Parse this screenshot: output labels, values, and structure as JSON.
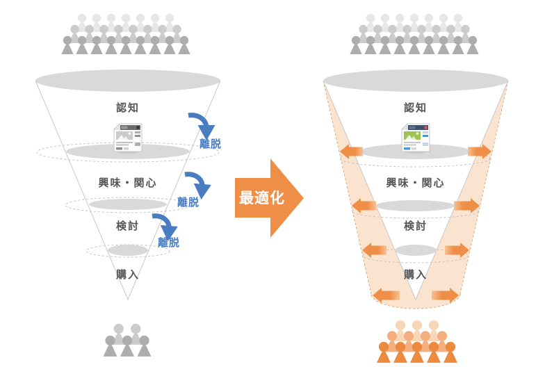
{
  "diagram": {
    "optimize_label": "最適化"
  },
  "left_funnel": {
    "name": "before-optimization",
    "stages": [
      {
        "label": "認知"
      },
      {
        "label": "興味・関心"
      },
      {
        "label": "検討"
      },
      {
        "label": "購入"
      }
    ],
    "dropoffs": [
      {
        "label": "離脱"
      },
      {
        "label": "離脱"
      },
      {
        "label": "離脱"
      }
    ],
    "icon": "webpage-icon-grayscale",
    "people_top": {
      "rows": [
        7,
        8,
        9
      ],
      "palette": "gray"
    },
    "people_bottom": {
      "rows": [
        2,
        3
      ],
      "palette": "gray"
    }
  },
  "right_funnel": {
    "name": "after-optimization",
    "stages": [
      {
        "label": "認知"
      },
      {
        "label": "興味・関心"
      },
      {
        "label": "検討"
      },
      {
        "label": "購入"
      }
    ],
    "icon": "webpage-icon-color",
    "people_top": {
      "rows": [
        7,
        8,
        9
      ],
      "palette": "gray"
    },
    "people_bottom": {
      "rows": [
        3,
        4,
        5
      ],
      "palette": "orange"
    }
  },
  "colors": {
    "accent_orange": "#EF8F47",
    "peach": "#FAE3CF",
    "tail_light": "#F7C193",
    "dropout_blue": "#4A7CC0",
    "label_text": "#555555",
    "ellipse_gray": "#D9D9D9",
    "line_gray": "#C8C8C8",
    "dash_gray": "#C4C4C4",
    "dash_tan": "#D9A87E",
    "people_gray": [
      "#E7E7E7",
      "#CCCCCC",
      "#ADADAD"
    ],
    "people_orange": [
      "#F8D6B8",
      "#F3B07E",
      "#EC8B3F"
    ]
  }
}
